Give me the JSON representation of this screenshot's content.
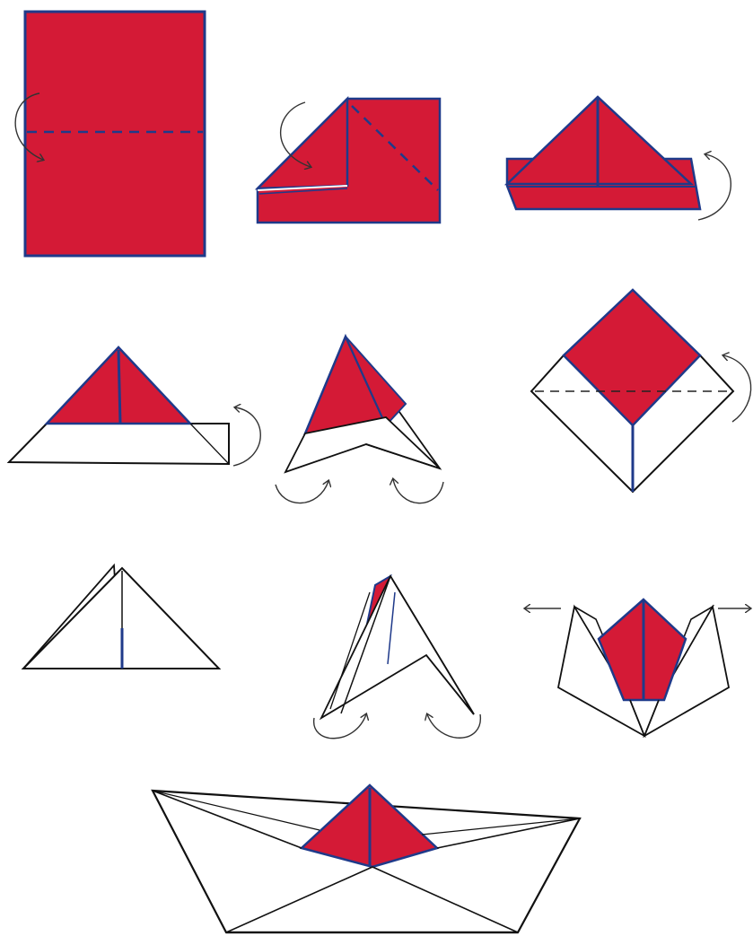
{
  "colors": {
    "paper_front": "#d41a36",
    "paper_back": "#ffffff",
    "edge_blue": "#1f3a8a",
    "outline": "#111111"
  },
  "steps": [
    {
      "id": 1,
      "action": "fold-down-horizontal"
    },
    {
      "id": 2,
      "action": "fold-corners-to-center"
    },
    {
      "id": 3,
      "action": "fold-bottom-up"
    },
    {
      "id": 4,
      "action": "fold-bottom-up-back"
    },
    {
      "id": 5,
      "action": "pull-sides-out"
    },
    {
      "id": 6,
      "action": "fold-bottom-up"
    },
    {
      "id": 7,
      "action": "flattened-triangle"
    },
    {
      "id": 8,
      "action": "pull-sides-out"
    },
    {
      "id": 9,
      "action": "pull-flaps-apart"
    },
    {
      "id": 10,
      "action": "finished-boat"
    }
  ],
  "icons": [
    "curved-fold-arrow-icon",
    "pull-left-arrow-icon",
    "pull-right-arrow-icon"
  ]
}
